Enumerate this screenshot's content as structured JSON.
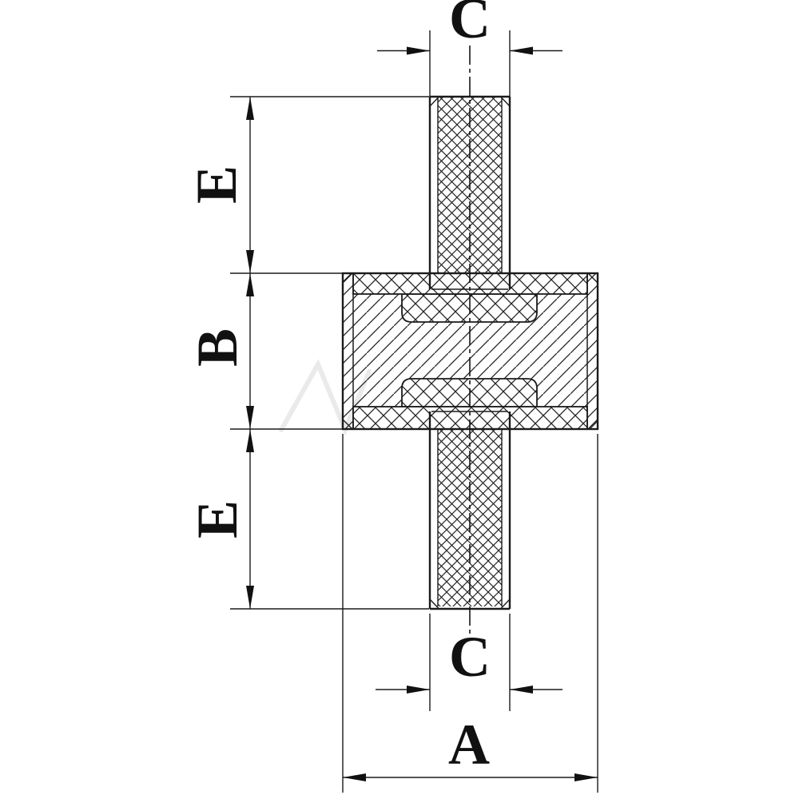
{
  "drawing": {
    "labels": {
      "c_top": "C",
      "e_upper": "E",
      "b_mid": "B",
      "e_lower": "E",
      "c_bottom": "C",
      "a_bottom": "A"
    },
    "colors": {
      "line": "#1b1b1b",
      "background": "#ffffff"
    }
  }
}
